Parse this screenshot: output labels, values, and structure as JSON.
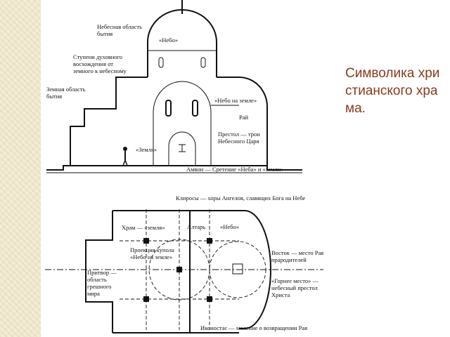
{
  "slide": {
    "title": "Символика христианского храма."
  },
  "section_diagram": {
    "labels": {
      "heavenly_realm_1": "Небесная область",
      "heavenly_realm_2": "бытия",
      "heaven": "«Небо»",
      "steps_1": "Ступени духовного",
      "steps_2": "восхождения от",
      "steps_3": "земного к небесному",
      "earthly_realm_1": "Земная область",
      "earthly_realm_2": "бытия",
      "heaven_on_earth": "«Небо на земле»",
      "paradise": "Рай",
      "throne_1": "Престол — трон",
      "throne_2": "Небесного Царя",
      "earth": "«Земля»",
      "ambo": "Амвон — Сретение «Неба» и «земли»"
    }
  },
  "plan_diagram": {
    "labels": {
      "kliros": "Клиросы — хоры Ангелов, славящих Бога на Небе",
      "altar": "Алтарь",
      "heaven": "«Небо»",
      "temple_earth": "Храм — «земля»",
      "dome_projection_1": "Проекция купола",
      "dome_projection_2": "«Небо на земле»",
      "east_1": "Восток — место Рая",
      "east_2": "прародителей",
      "narthex_1": "Притвор —",
      "narthex_2": "область",
      "narthex_3": "грешного",
      "narthex_4": "мира",
      "high_place_1": "«Горнее место» —",
      "high_place_2": "небесный престол",
      "high_place_3": "Христа",
      "iconostasis": "Иконостас — моление о возвращении Рая"
    }
  }
}
